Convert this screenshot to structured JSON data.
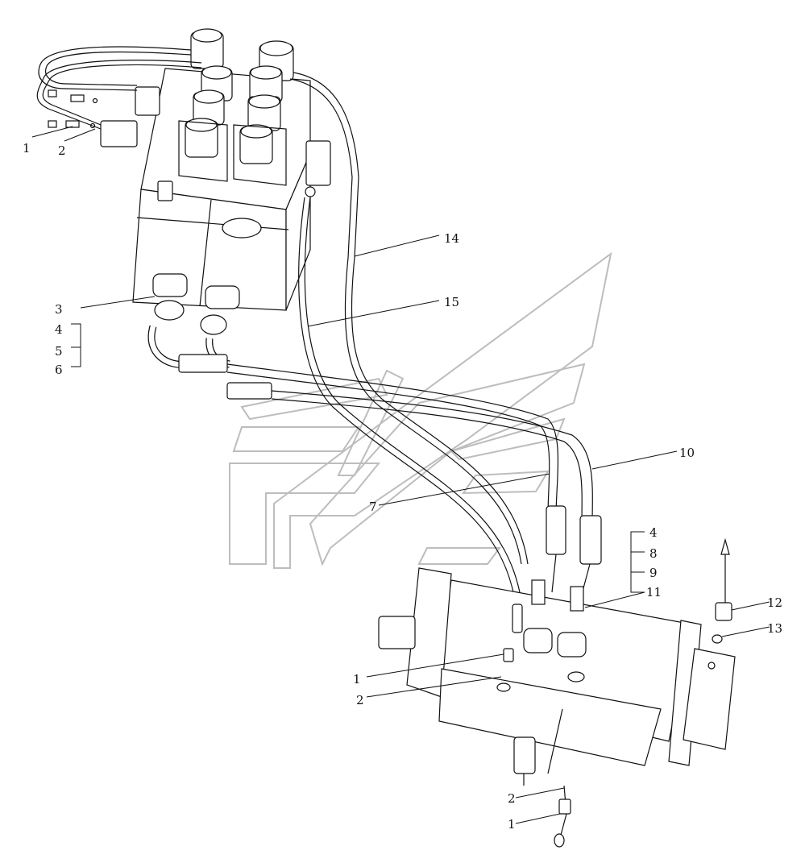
{
  "diagram": {
    "callouts": [
      {
        "id": "c1a",
        "text": "1"
      },
      {
        "id": "c2a",
        "text": "2"
      },
      {
        "id": "c3",
        "text": "3"
      },
      {
        "id": "c4a",
        "text": "4"
      },
      {
        "id": "c5",
        "text": "5"
      },
      {
        "id": "c6",
        "text": "6"
      },
      {
        "id": "c14",
        "text": "14"
      },
      {
        "id": "c15",
        "text": "15"
      },
      {
        "id": "c10",
        "text": "10"
      },
      {
        "id": "c7",
        "text": "7"
      },
      {
        "id": "c4b",
        "text": "4"
      },
      {
        "id": "c8",
        "text": "8"
      },
      {
        "id": "c9",
        "text": "9"
      },
      {
        "id": "c11",
        "text": "11"
      },
      {
        "id": "c12",
        "text": "12"
      },
      {
        "id": "c13",
        "text": "13"
      },
      {
        "id": "c1b",
        "text": "1"
      },
      {
        "id": "c2b",
        "text": "2"
      },
      {
        "id": "c2c",
        "text": "2"
      },
      {
        "id": "c1c",
        "text": "1"
      }
    ]
  }
}
